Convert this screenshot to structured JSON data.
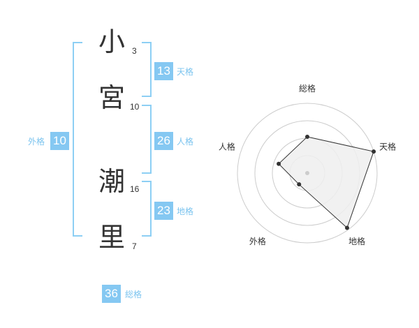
{
  "name": {
    "characters": [
      {
        "char": "小",
        "strokes": "3"
      },
      {
        "char": "宮",
        "strokes": "10"
      },
      {
        "char": "潮",
        "strokes": "16"
      },
      {
        "char": "里",
        "strokes": "7"
      }
    ]
  },
  "fortunes": {
    "tenkaku": {
      "label": "天格",
      "value": "13"
    },
    "jinkaku": {
      "label": "人格",
      "value": "26"
    },
    "chikaku": {
      "label": "地格",
      "value": "23"
    },
    "gaikaku": {
      "label": "外格",
      "value": "10"
    },
    "soukaku": {
      "label": "総格",
      "value": "36"
    }
  },
  "chart_data": {
    "type": "radar",
    "axes": [
      "総格",
      "天格",
      "地格",
      "外格",
      "人格"
    ],
    "values": [
      0.52,
      1.0,
      0.97,
      0.2,
      0.43
    ],
    "max": 1.0,
    "rings": 4,
    "colors": {
      "fill": "#efefef",
      "line": "#333333",
      "ring": "#cccccc",
      "center": "#cccccc"
    }
  },
  "colors": {
    "accent": "#85c8f2",
    "bracket": "#8dcff4",
    "label": "#7cc4ef",
    "text": "#333333"
  }
}
